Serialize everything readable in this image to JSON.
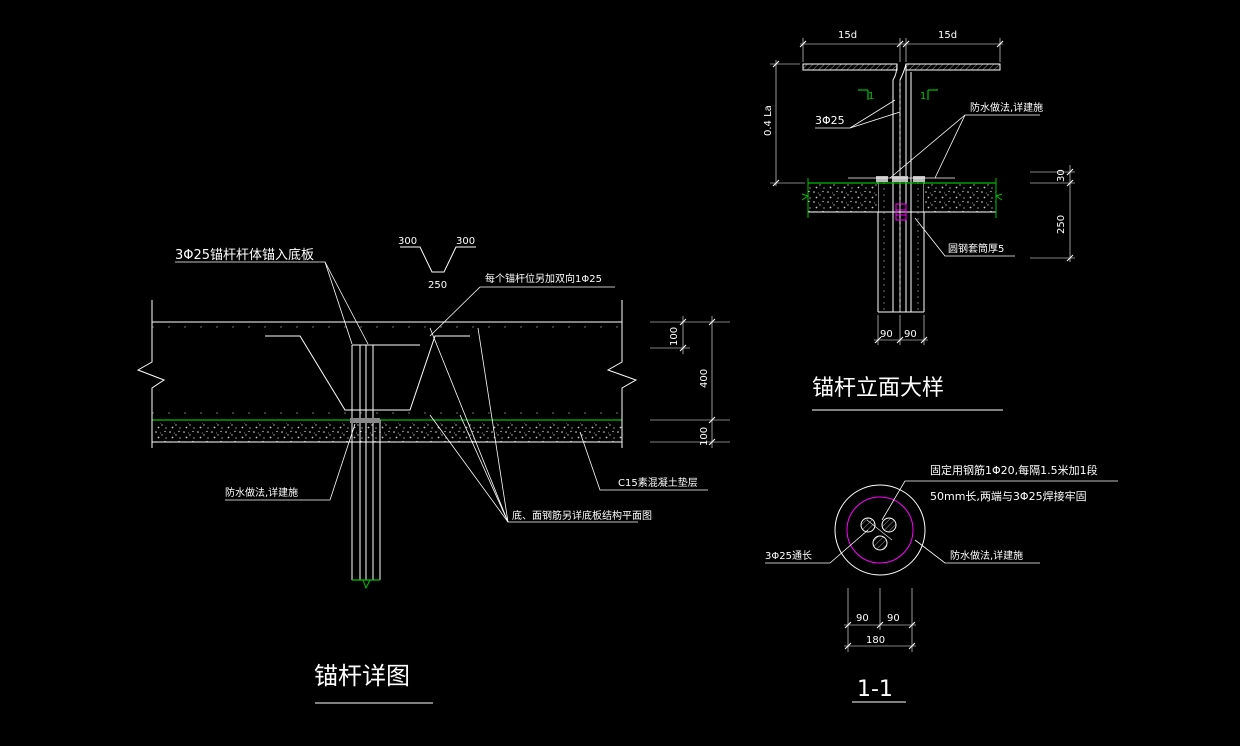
{
  "colors": {
    "background": "#000000",
    "line": "#ffffff",
    "green": "#00c000",
    "magenta": "#ff00ff",
    "cyan": "#00ffff",
    "grey": "#bfbfbf"
  },
  "detail": {
    "title": "锚杆详图",
    "label_anchor": "3Φ25锚杆杆体锚入底板",
    "label_bend_a": "300",
    "label_bend_b": "300",
    "label_bend_c": "250",
    "label_add_bar": "每个锚杆位另加双向1Φ25",
    "label_waterproof": "防水做法,详建施",
    "label_c15": "C15素混凝土垫层",
    "label_rebar": "底、面钢筋另详底板结构平面图",
    "dim_100_top": "100",
    "dim_400": "400",
    "dim_100_bottom": "100"
  },
  "elevation": {
    "title": "锚杆立面大样",
    "dim_15d_left": "15d",
    "dim_15d_right": "15d",
    "dim_04la": "0.4 La",
    "label_3phi25": "3Φ25",
    "label_waterproof": "防水做法,详建施",
    "section_mark_left": "1",
    "section_mark_right": "1",
    "label_steel_sleeve": "圆钢套筒厚5",
    "dim_30": "30",
    "dim_250": "250",
    "dim_90_left": "90",
    "dim_90_right": "90"
  },
  "section": {
    "title": "1-1",
    "note_line1": "固定用钢筋1Φ20,每隔1.5米加1段",
    "note_line2": "50mm长,两端与3Φ25焊接牢固",
    "label_3phi25": "3Φ25通长",
    "label_waterproof": "防水做法,详建施",
    "dim_90_left": "90",
    "dim_90_right": "90",
    "dim_180": "180"
  }
}
